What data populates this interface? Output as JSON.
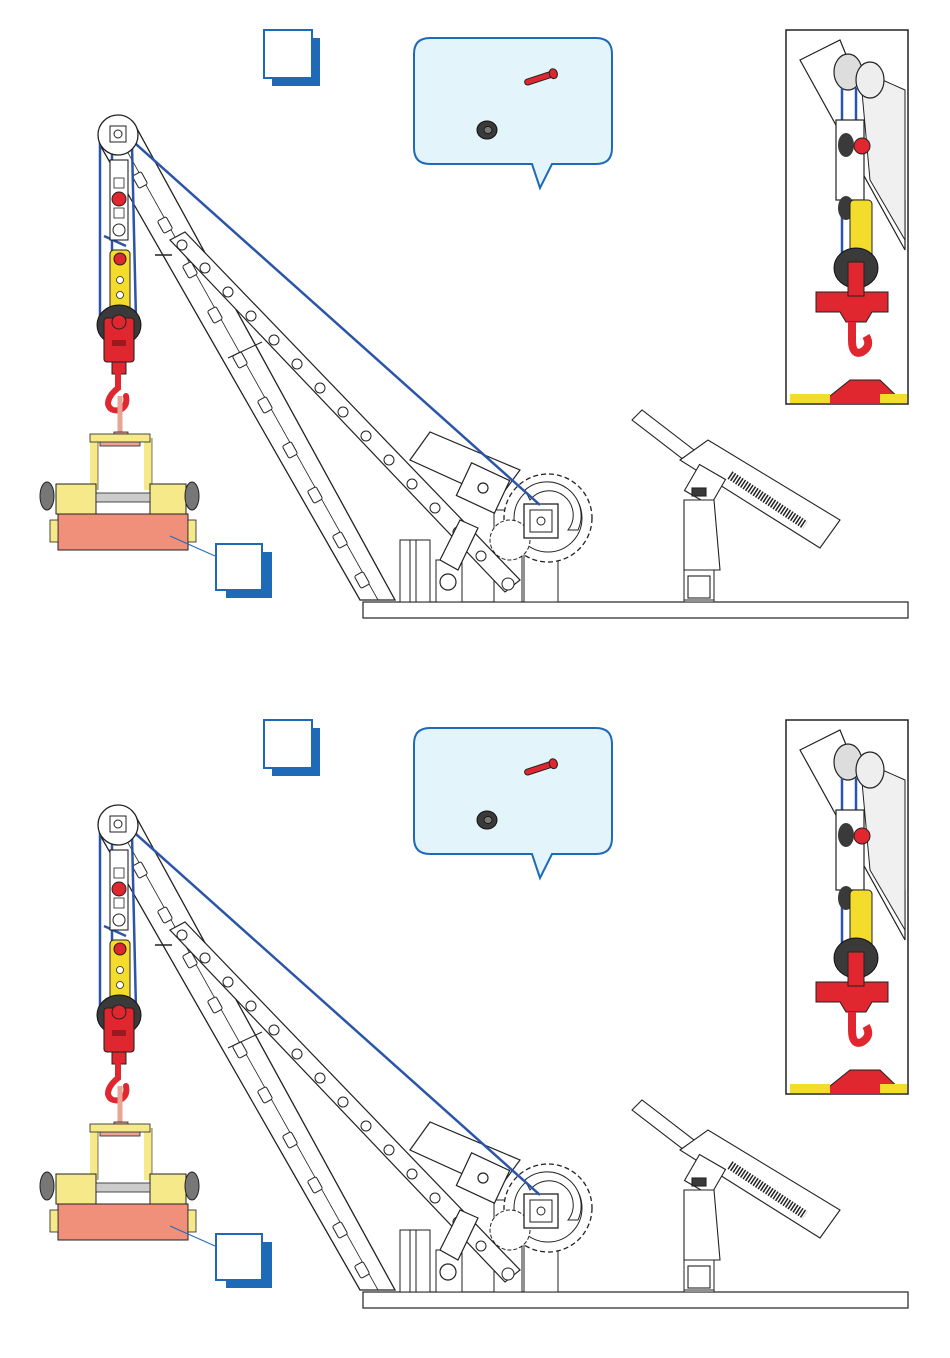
{
  "colors": {
    "cable": "#2b55a8",
    "step_badge": "#1f6ab8",
    "callout_bg": "#e3f4fb",
    "callout_border": "#1f6ab8",
    "red_part": "#e0262f",
    "yellow_part": "#f4dc2c",
    "pale_yellow": "#f6e98a",
    "salmon": "#f08f7a",
    "pink_link": "#e9a496",
    "dark_gray": "#3a3a3a",
    "outline": "#222222"
  },
  "panels": [
    {
      "name": "step-panel-top",
      "callout_parts": [
        {
          "icon": "red-axle-pin-icon"
        },
        {
          "icon": "black-pulley-wheel-icon"
        }
      ],
      "step_number": "",
      "load_label": "",
      "detail_view": "hook-block-detail"
    },
    {
      "name": "step-panel-bottom",
      "callout_parts": [
        {
          "icon": "red-axle-pin-icon"
        },
        {
          "icon": "black-pulley-wheel-icon"
        }
      ],
      "step_number": "",
      "load_label": "",
      "detail_view": "hook-block-detail"
    }
  ]
}
